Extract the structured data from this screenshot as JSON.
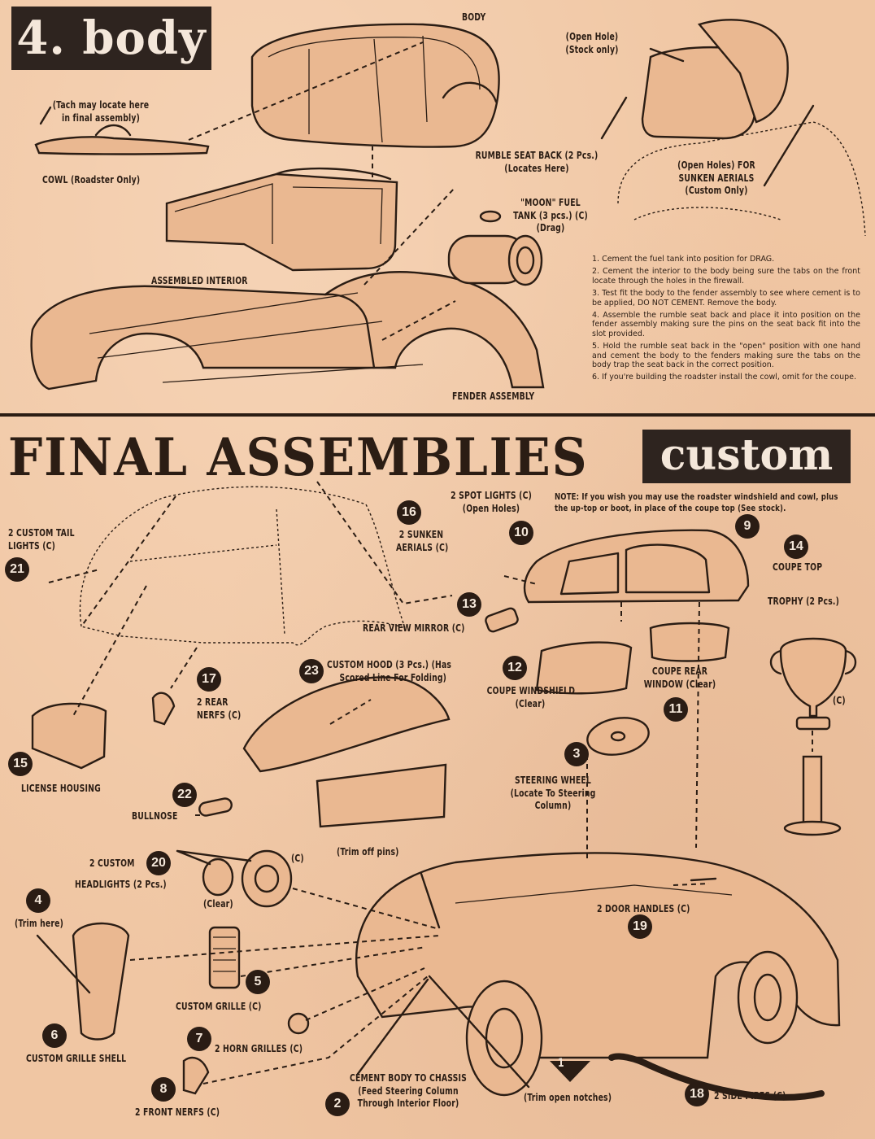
{
  "section4": {
    "title": "4. body"
  },
  "labels4": {
    "body": "BODY",
    "tach_1": "(Tach may locate here",
    "tach_2": "in final assembly)",
    "cowl": "COWL (Roadster Only)",
    "open_hole_1": "(Open Hole)",
    "open_hole_2": "(Stock only)",
    "rumble_1": "RUMBLE SEAT BACK (2 Pcs.)",
    "rumble_2": "(Locates Here)",
    "moon_1": "\"MOON\" FUEL",
    "moon_2": "TANK (3 pcs.) (C)",
    "moon_3": "(Drag)",
    "open_holes_1": "(Open Holes) FOR",
    "open_holes_2": "SUNKEN AERIALS",
    "open_holes_3": "(Custom Only)",
    "assembled_interior": "ASSEMBLED INTERIOR",
    "fender_assembly": "FENDER ASSEMBLY"
  },
  "instructions": [
    "1. Cement the fuel tank into position for DRAG.",
    "2. Cement the interior to the body being sure the tabs on the front locate through the holes in the firewall.",
    "3. Test fit the body to the fender assembly to see where cement is to be applied, DO NOT CEMENT. Remove the body.",
    "4. Assemble the rumble seat back and place it into position on the fender assembly making sure the pins on the seat back fit into the slot provided.",
    "5. Hold the rumble seat back in the \"open\" position with one hand and cement the body to the fenders making sure the tabs on the body trap the seat back in the correct position.",
    "6. If you're building the roadster install the cowl, omit for the coupe."
  ],
  "final": {
    "title": "FINAL ASSEMBLIES",
    "badge": "custom"
  },
  "note": "NOTE: If you wish you may use the roadster windshield and cowl, plus the up-top or boot, in place of the coupe top (See stock).",
  "parts": {
    "p1": {
      "num": "1",
      "label": "(Trim open notches)"
    },
    "p2": {
      "num": "2",
      "line1": "CEMENT BODY TO CHASSIS",
      "line2": "(Feed Steering Column",
      "line3": "Through Interior Floor)"
    },
    "p3": {
      "num": "3",
      "line1": "STEERING WHEEL",
      "line2": "(Locate To Steering",
      "line3": "Column)"
    },
    "p4": {
      "num": "4",
      "label": "(Trim here)"
    },
    "p5": {
      "num": "5",
      "label": "CUSTOM GRILLE (C)"
    },
    "p6": {
      "num": "6",
      "label": "CUSTOM GRILLE SHELL"
    },
    "p7": {
      "num": "7",
      "label": "2 HORN GRILLES (C)"
    },
    "p8": {
      "num": "8",
      "label": "2 FRONT NERFS (C)"
    },
    "p9": {
      "num": "9"
    },
    "p10": {
      "num": "10",
      "line1": "2 SPOT LIGHTS (C)",
      "line2": "(Open Holes)"
    },
    "p11": {
      "num": "11",
      "line1": "COUPE REAR",
      "line2": "WINDOW (Clear)"
    },
    "p12": {
      "num": "12",
      "line1": "COUPE WINDSHIELD",
      "line2": "(Clear)"
    },
    "p13": {
      "num": "13",
      "label": "REAR VIEW MIRROR (C)"
    },
    "p14": {
      "num": "14",
      "label": "COUPE TOP"
    },
    "p15": {
      "num": "15",
      "label": "LICENSE HOUSING"
    },
    "p16": {
      "num": "16",
      "line1": "2 SUNKEN",
      "line2": "AERIALS (C)"
    },
    "p17": {
      "num": "17",
      "line1": "2 REAR",
      "line2": "NERFS (C)"
    },
    "p18": {
      "num": "18",
      "label": "2 SIDE PIPES (C)"
    },
    "p19": {
      "num": "19",
      "label": "2 DOOR HANDLES (C)"
    },
    "p20": {
      "num": "20",
      "line1": "2 CUSTOM",
      "line2": "HEADLIGHTS (2 Pcs.)",
      "clear": "(Clear)",
      "c": "(C)"
    },
    "p21": {
      "num": "21",
      "line1": "2 CUSTOM TAIL",
      "line2": "LIGHTS (C)"
    },
    "p22": {
      "num": "22",
      "label": "BULLNOSE"
    },
    "p23": {
      "num": "23",
      "line1": "CUSTOM HOOD (3 Pcs.) (Has",
      "line2": "Scored Line For Folding)"
    }
  },
  "extra": {
    "trophy": "TROPHY (2 Pcs.)",
    "trophy_c": "(C)",
    "trim_pins": "(Trim off pins)"
  }
}
